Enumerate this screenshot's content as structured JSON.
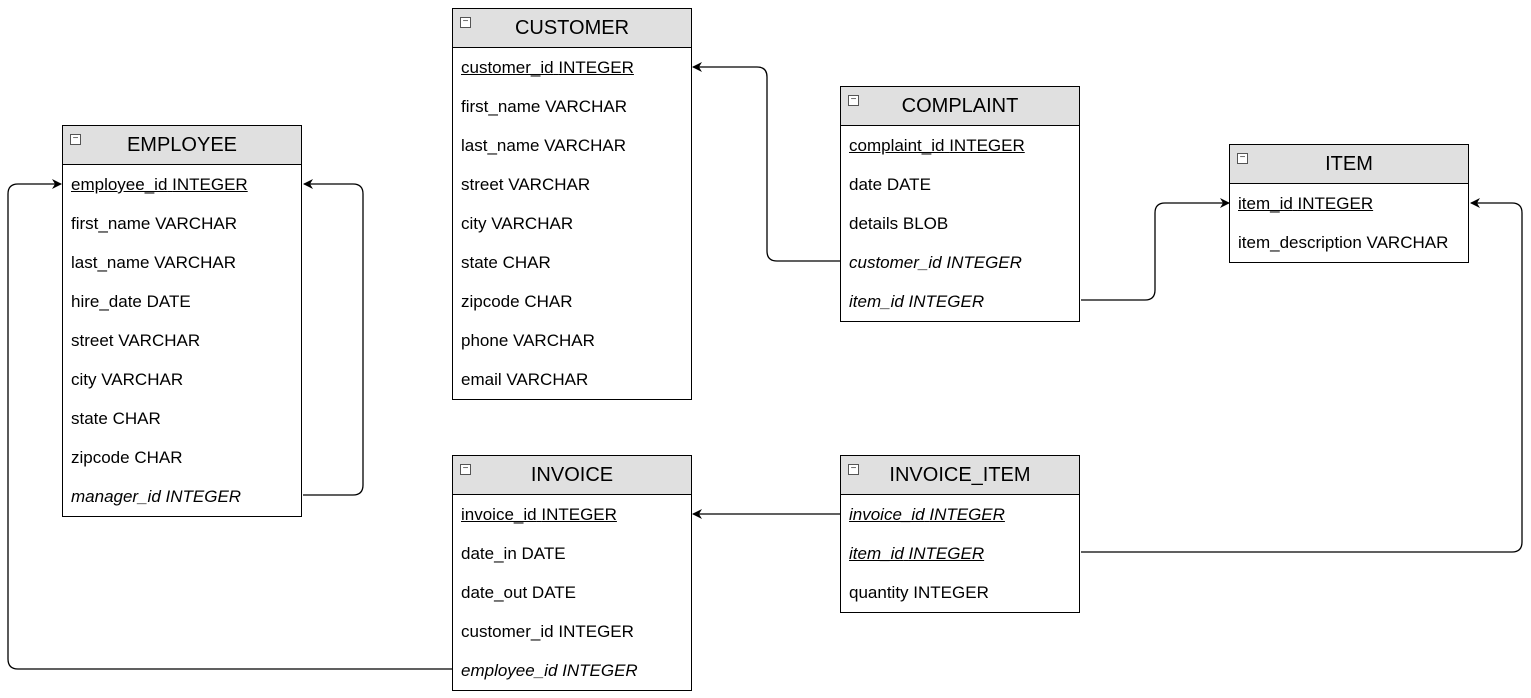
{
  "entities": {
    "customer": {
      "title": "CUSTOMER",
      "collapse_glyph": "−",
      "fields": [
        {
          "name": "customer_id",
          "type": "INTEGER",
          "key": "pk"
        },
        {
          "name": "first_name",
          "type": "VARCHAR",
          "key": ""
        },
        {
          "name": "last_name",
          "type": "VARCHAR",
          "key": ""
        },
        {
          "name": "street",
          "type": "VARCHAR",
          "key": ""
        },
        {
          "name": "city",
          "type": "VARCHAR",
          "key": ""
        },
        {
          "name": "state",
          "type": "CHAR",
          "key": ""
        },
        {
          "name": "zipcode",
          "type": "CHAR",
          "key": ""
        },
        {
          "name": "phone",
          "type": "VARCHAR",
          "key": ""
        },
        {
          "name": "email",
          "type": "VARCHAR",
          "key": ""
        }
      ]
    },
    "employee": {
      "title": "EMPLOYEE",
      "collapse_glyph": "−",
      "fields": [
        {
          "name": "employee_id",
          "type": "INTEGER",
          "key": "pk"
        },
        {
          "name": "first_name",
          "type": "VARCHAR",
          "key": ""
        },
        {
          "name": "last_name",
          "type": "VARCHAR",
          "key": ""
        },
        {
          "name": "hire_date",
          "type": "DATE",
          "key": ""
        },
        {
          "name": "street",
          "type": "VARCHAR",
          "key": ""
        },
        {
          "name": "city",
          "type": "VARCHAR",
          "key": ""
        },
        {
          "name": "state",
          "type": "CHAR",
          "key": ""
        },
        {
          "name": "zipcode",
          "type": "CHAR",
          "key": ""
        },
        {
          "name": "manager_id",
          "type": "INTEGER",
          "key": "fk"
        }
      ]
    },
    "complaint": {
      "title": "COMPLAINT",
      "collapse_glyph": "−",
      "fields": [
        {
          "name": "complaint_id",
          "type": "INTEGER",
          "key": "pk"
        },
        {
          "name": "date",
          "type": "DATE",
          "key": ""
        },
        {
          "name": "details",
          "type": "BLOB",
          "key": ""
        },
        {
          "name": "customer_id",
          "type": "INTEGER",
          "key": "fk"
        },
        {
          "name": "item_id",
          "type": "INTEGER",
          "key": "fk"
        }
      ]
    },
    "item": {
      "title": "ITEM",
      "collapse_glyph": "−",
      "fields": [
        {
          "name": "item_id",
          "type": "INTEGER",
          "key": "pk"
        },
        {
          "name": "item_description",
          "type": "VARCHAR",
          "key": ""
        }
      ]
    },
    "invoice": {
      "title": "INVOICE",
      "collapse_glyph": "−",
      "fields": [
        {
          "name": "invoice_id",
          "type": "INTEGER",
          "key": "pk"
        },
        {
          "name": "date_in",
          "type": "DATE",
          "key": ""
        },
        {
          "name": "date_out",
          "type": "DATE",
          "key": ""
        },
        {
          "name": "customer_id",
          "type": "INTEGER",
          "key": ""
        },
        {
          "name": "employee_id",
          "type": "INTEGER",
          "key": "fk"
        }
      ]
    },
    "invoice_item": {
      "title": "INVOICE_ITEM",
      "collapse_glyph": "−",
      "fields": [
        {
          "name": "invoice_id",
          "type": "INTEGER",
          "key": "pkfk"
        },
        {
          "name": "item_id",
          "type": "INTEGER",
          "key": "pkfk"
        },
        {
          "name": "quantity",
          "type": "INTEGER",
          "key": ""
        }
      ]
    }
  }
}
